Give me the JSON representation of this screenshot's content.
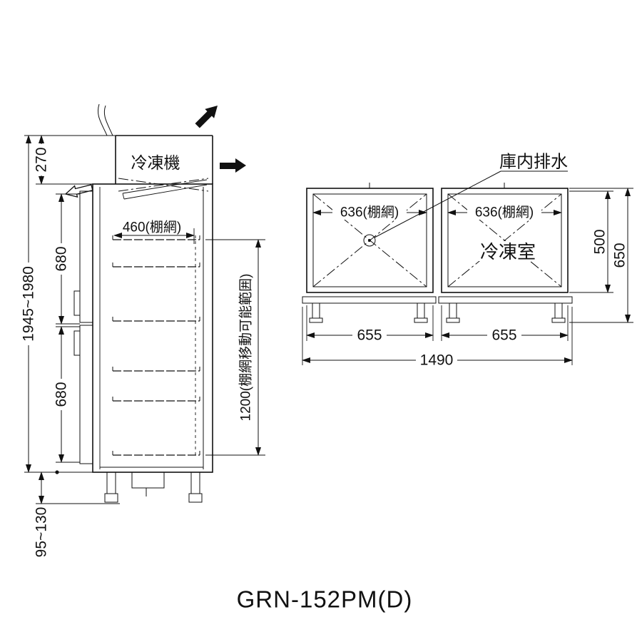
{
  "title": "GRN-152PM(D)",
  "side_view": {
    "condenser": "冷凍機",
    "dim_overall": "1945~1980",
    "dim_top": "270",
    "dim_680_upper": "680",
    "dim_680_lower": "680",
    "dim_leg": "95~130",
    "dim_shelf_width": "460(棚網)",
    "dim_shelf_range": "1200(棚網移動可能範囲)"
  },
  "front_view": {
    "drain_label": "庫内排水",
    "dim_636_left": "636(棚網)",
    "dim_636_right": "636(棚網)",
    "freezer_label": "冷凍室",
    "dim_500": "500",
    "dim_650": "650",
    "dim_655_left": "655",
    "dim_655_right": "655",
    "dim_1490": "1490"
  }
}
